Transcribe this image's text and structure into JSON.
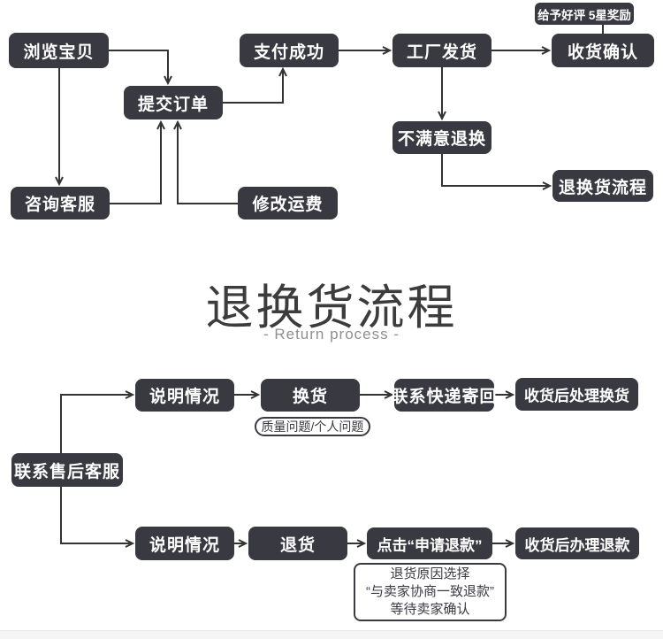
{
  "colors": {
    "node_bg": "#393941",
    "node_text": "#ffffff",
    "connector": "#333333",
    "title": "#3c3c3c",
    "subtitle": "#8f8f8f"
  },
  "top_flow": {
    "nodes": {
      "browse": "浏览宝贝",
      "submit_order": "提交订单",
      "payment_success": "支付成功",
      "factory_ship": "工厂发货",
      "rating_bonus": "给予好评 5星奖励",
      "confirm_receipt": "收货确认",
      "consult_service": "咨询客服",
      "modify_shipping": "修改运费",
      "unsatisfied_return": "不满意退换",
      "return_process": "退换货流程"
    }
  },
  "title": {
    "heading": "退换货流程",
    "subheading": "- Return process -"
  },
  "bottom_flow": {
    "nodes": {
      "contact_after_sales": "联系售后客服",
      "explain_top": "说明情况",
      "exchange": "换货",
      "issue_types": "质量问题/个人问题",
      "contact_courier": "联系快递寄回",
      "handle_exchange": "收货后处理换货",
      "explain_bottom": "说明情况",
      "return_goods": "退货",
      "click_refund": "点击“申请退款”",
      "handle_refund": "收货后办理退款",
      "note_line1": "退货原因选择",
      "note_line2": "“与卖家协商一致退款”",
      "note_line3": "等待卖家确认"
    }
  }
}
